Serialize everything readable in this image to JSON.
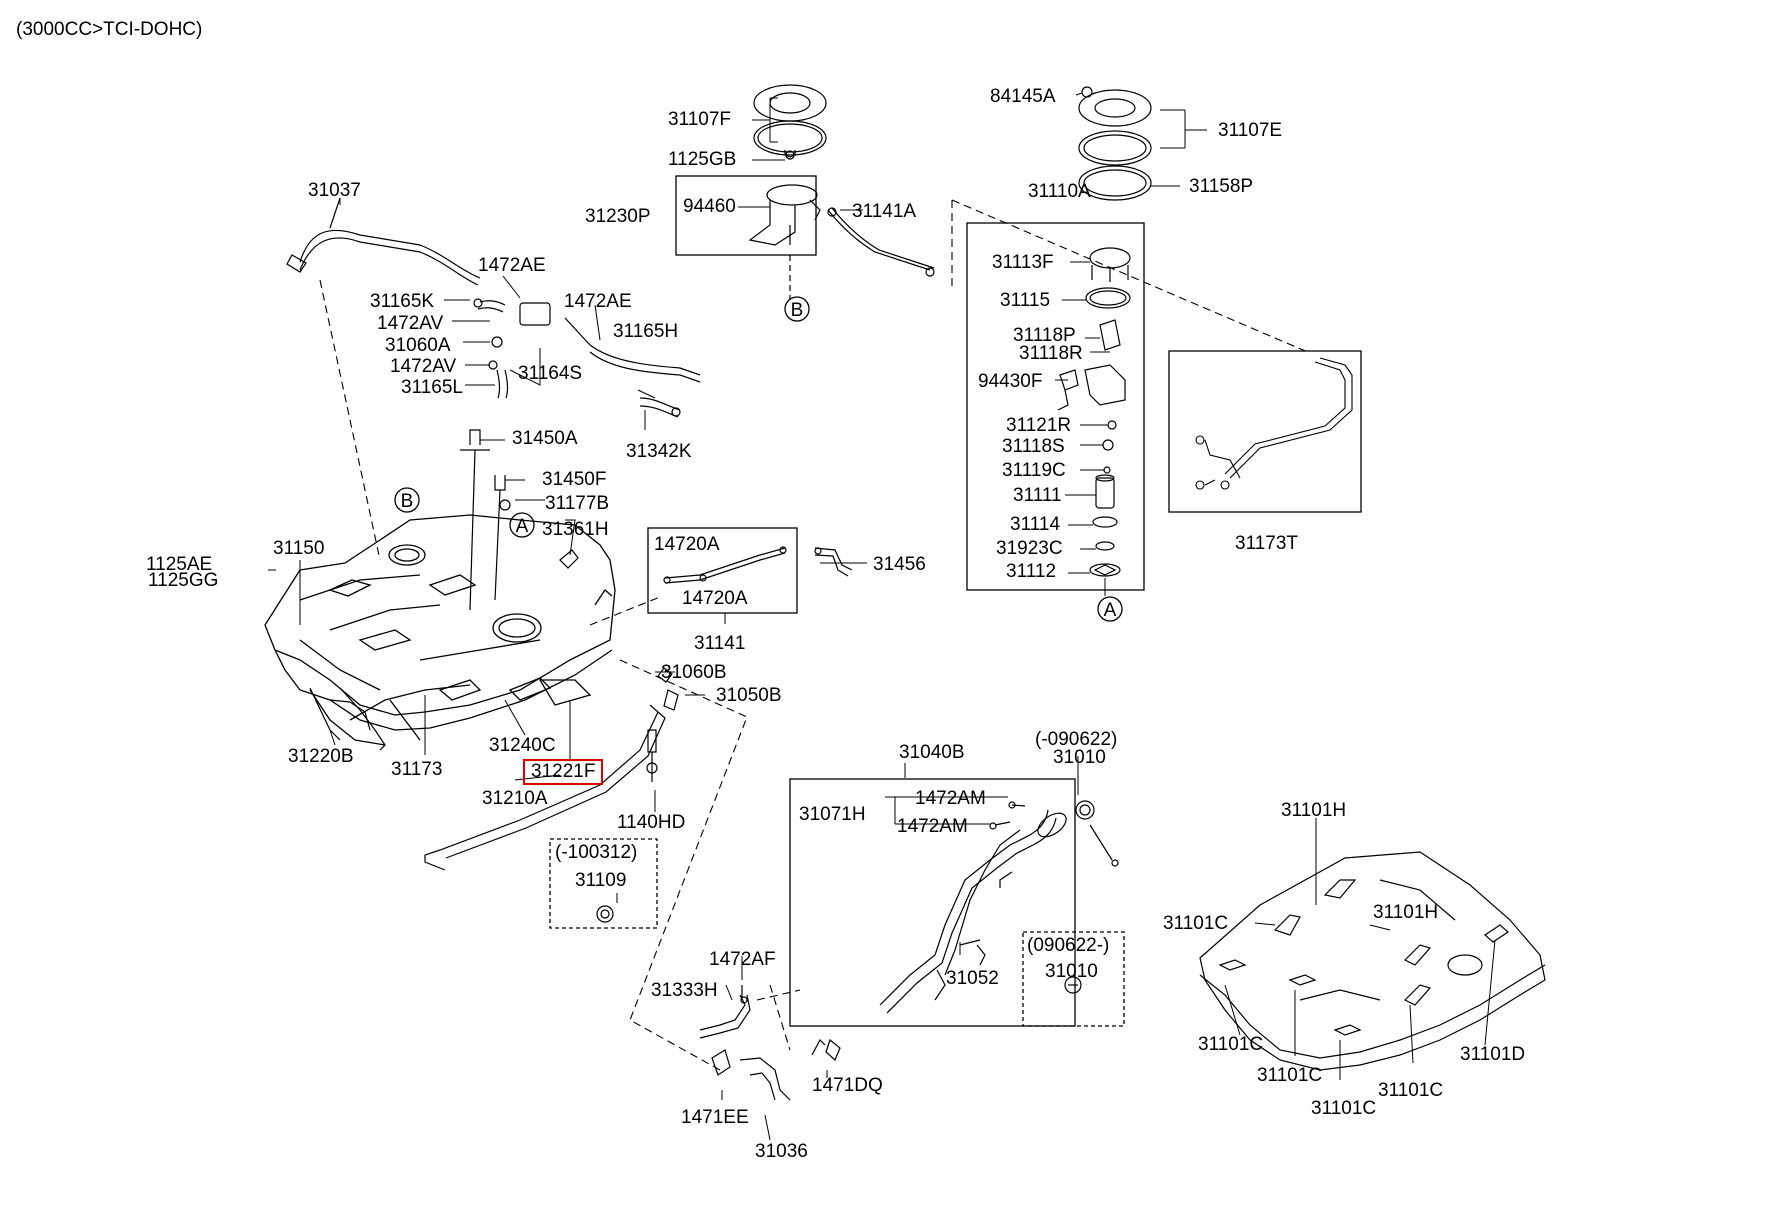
{
  "header": {
    "engine_note": "(3000CC>TCI-DOHC)"
  },
  "part_labels": {
    "p31107F": "31107F",
    "p1125GB": "1125GB",
    "p94460": "94460",
    "p31230P": "31230P",
    "p31141A": "31141A",
    "p84145A": "84145A",
    "p31107E": "31107E",
    "p31158P": "31158P",
    "p31110A": "31110A",
    "p31113F": "31113F",
    "p31115": "31115",
    "p31118P": "31118P",
    "p31118R": "31118R",
    "p94430F": "94430F",
    "p31121R": "31121R",
    "p31118S": "31118S",
    "p31119C": "31119C",
    "p31111": "31111",
    "p31114": "31114",
    "p31923C": "31923C",
    "p31112": "31112",
    "p31173T": "31173T",
    "p31037": "31037",
    "p1472AE_a": "1472AE",
    "p1472AE_b": "1472AE",
    "p31165K": "31165K",
    "p1472AV_a": "1472AV",
    "p31060A": "31060A",
    "p1472AV_b": "1472AV",
    "p31165L": "31165L",
    "p31164S": "31164S",
    "p31165H": "31165H",
    "p31342K": "31342K",
    "p31450A": "31450A",
    "p31450F": "31450F",
    "p31177B": "31177B",
    "p31361H": "31361H",
    "p1125AE": "1125AE",
    "p1125GG": "1125GG",
    "p31150": "31150",
    "p14720A_a": "14720A",
    "p14720A_b": "14720A",
    "p31456": "31456",
    "p31141": "31141",
    "p31060B": "31060B",
    "p31050B": "31050B",
    "p31220B": "31220B",
    "p31173": "31173",
    "p31240C": "31240C",
    "p31221F": "31221F",
    "p31210A": "31210A",
    "p1140HD": "1140HD",
    "p100312_note": "(-100312)",
    "p31109": "31109",
    "p31040B": "31040B",
    "p090622_note_a": "(-090622)",
    "p31010_a": "31010",
    "p31071H": "31071H",
    "p1472AM_a": "1472AM",
    "p1472AM_b": "1472AM",
    "p090622_note_b": "(090622-)",
    "p31010_b": "31010",
    "p31052": "31052",
    "p1472AF": "1472AF",
    "p31333H": "31333H",
    "p1471DQ": "1471DQ",
    "p1471EE": "1471EE",
    "p31036": "31036",
    "p31101H_a": "31101H",
    "p31101H_b": "31101H",
    "p31101C_a": "31101C",
    "p31101C_b": "31101C",
    "p31101C_c": "31101C",
    "p31101C_d": "31101C",
    "p31101C_e": "31101C",
    "p31101D": "31101D"
  },
  "callouts": {
    "A_top": "A",
    "A_bottom": "A",
    "B_top": "B",
    "B_bottom": "B"
  },
  "colors": {
    "line": "#000000",
    "highlight": "#e00000",
    "background": "#ffffff"
  }
}
